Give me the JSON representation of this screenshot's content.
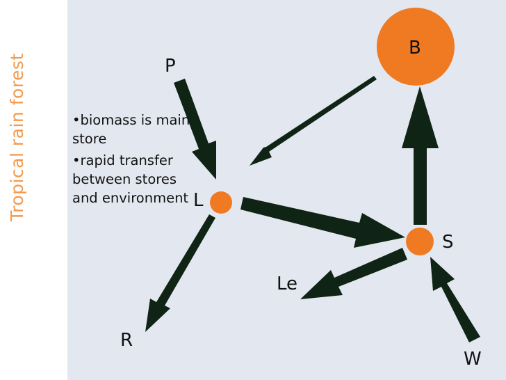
{
  "side_title": "Tropical rain forest",
  "nodes": {
    "B": "B",
    "P": "P",
    "L": "L",
    "S": "S",
    "Le": "Le",
    "R": "R",
    "W": "W"
  },
  "bullets": [
    "•biomass is main store",
    "•rapid transfer between stores and environment"
  ],
  "colors": {
    "node": "#f07a22",
    "arrow": "#0f2415",
    "background": "#e3e7f0",
    "title": "#f39a4c"
  }
}
